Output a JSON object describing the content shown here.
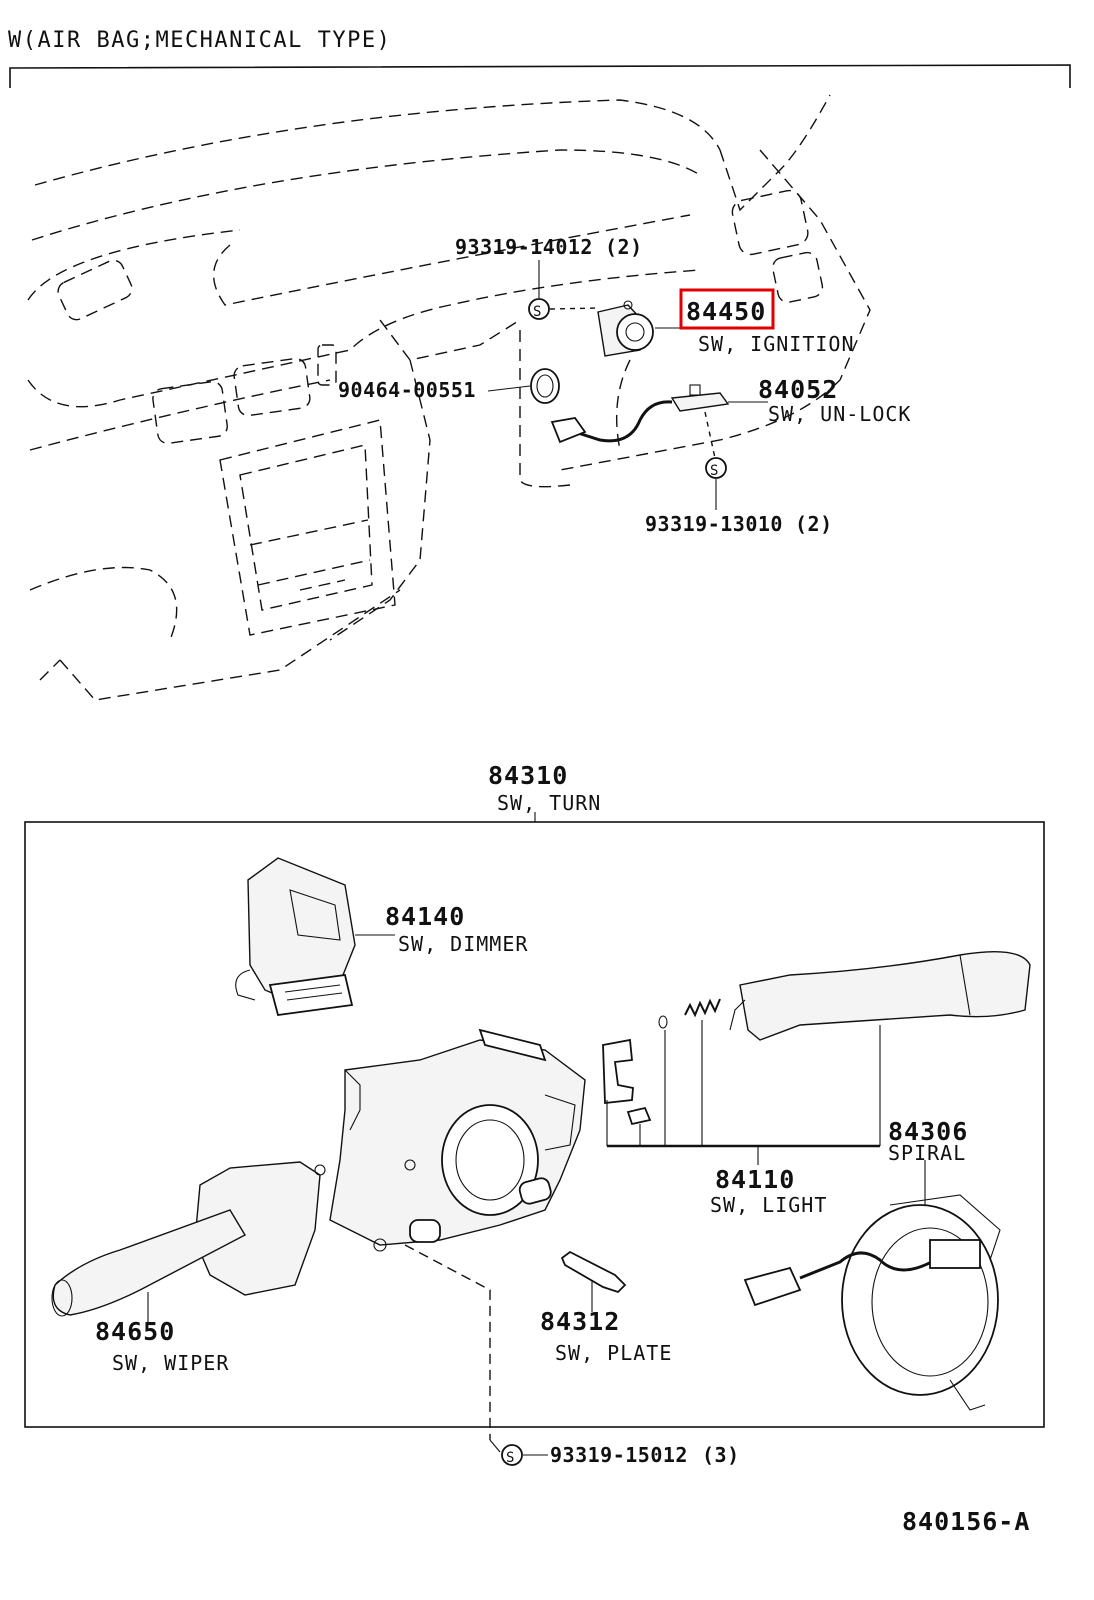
{
  "header": {
    "title": "W(AIR BAG;MECHANICAL TYPE)"
  },
  "footer": {
    "ref": "840156-A"
  },
  "parts": {
    "p84450": {
      "number": "84450",
      "label": "SW, IGNITION",
      "highlighted": true
    },
    "p84052": {
      "number": "84052",
      "label": "SW, UN-LOCK"
    },
    "p84310": {
      "number": "84310",
      "label": "SW, TURN"
    },
    "p84140": {
      "number": "84140",
      "label": "SW, DIMMER"
    },
    "p84306": {
      "number": "84306",
      "label": "SPIRAL"
    },
    "p84110": {
      "number": "84110",
      "label": "SW, LIGHT"
    },
    "p84650": {
      "number": "84650",
      "label": "SW, WIPER"
    },
    "p84312": {
      "number": "84312",
      "label": "SW, PLATE"
    }
  },
  "fasteners": {
    "f1": {
      "code": "93319-14012",
      "qty": "(2)"
    },
    "f2": {
      "code": "90464-00551"
    },
    "f3": {
      "code": "93319-13010",
      "qty": "(2)"
    },
    "f4": {
      "code": "93319-15012",
      "qty": "(3)"
    }
  },
  "symbols": {
    "screw": "S"
  },
  "colors": {
    "highlight": "#e00000",
    "ink": "#111111"
  }
}
